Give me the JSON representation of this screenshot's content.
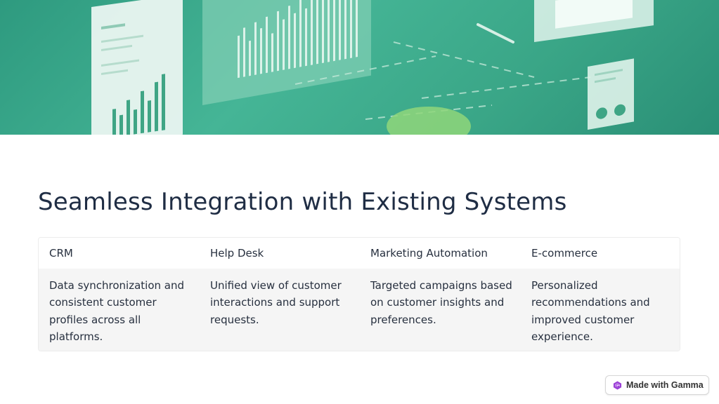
{
  "slide": {
    "title": "Seamless Integration with Existing Systems"
  },
  "table": {
    "headers": [
      "CRM",
      "Help Desk",
      "Marketing Automation",
      "E-commerce"
    ],
    "rows": [
      [
        "Data synchronization and consistent customer profiles across all platforms.",
        "Unified view of customer interactions and support requests.",
        "Targeted campaigns based on customer insights and preferences.",
        "Personalized recommendations and improved customer experience."
      ]
    ]
  },
  "badge": {
    "label": "Made with Gamma",
    "icon": "gamma-logo-icon"
  },
  "colors": {
    "hero_teal": "#3aa687",
    "title": "#1f2d44",
    "row_bg": "#f5f5f5",
    "badge_icon": "#9b3fd6"
  }
}
